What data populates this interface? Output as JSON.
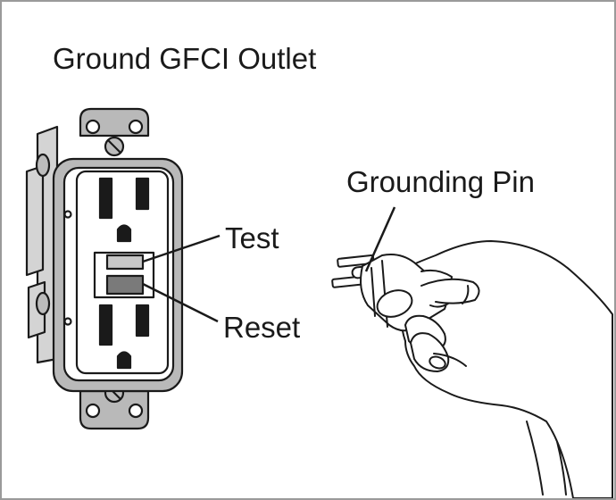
{
  "title": "Ground GFCI Outlet",
  "callouts": {
    "test": "Test",
    "reset": "Reset",
    "grounding_pin": "Grounding Pin"
  },
  "colors": {
    "line": "#1a1a1a",
    "plate_gray": "#b9b9b9",
    "button_gray": "#c8c8c8",
    "reset_gray": "#7a7a7a",
    "border": "#9a9a9a"
  },
  "icons": {
    "outlet": "gfci-outlet-icon",
    "plug": "plug-icon",
    "hand": "hand-icon"
  }
}
